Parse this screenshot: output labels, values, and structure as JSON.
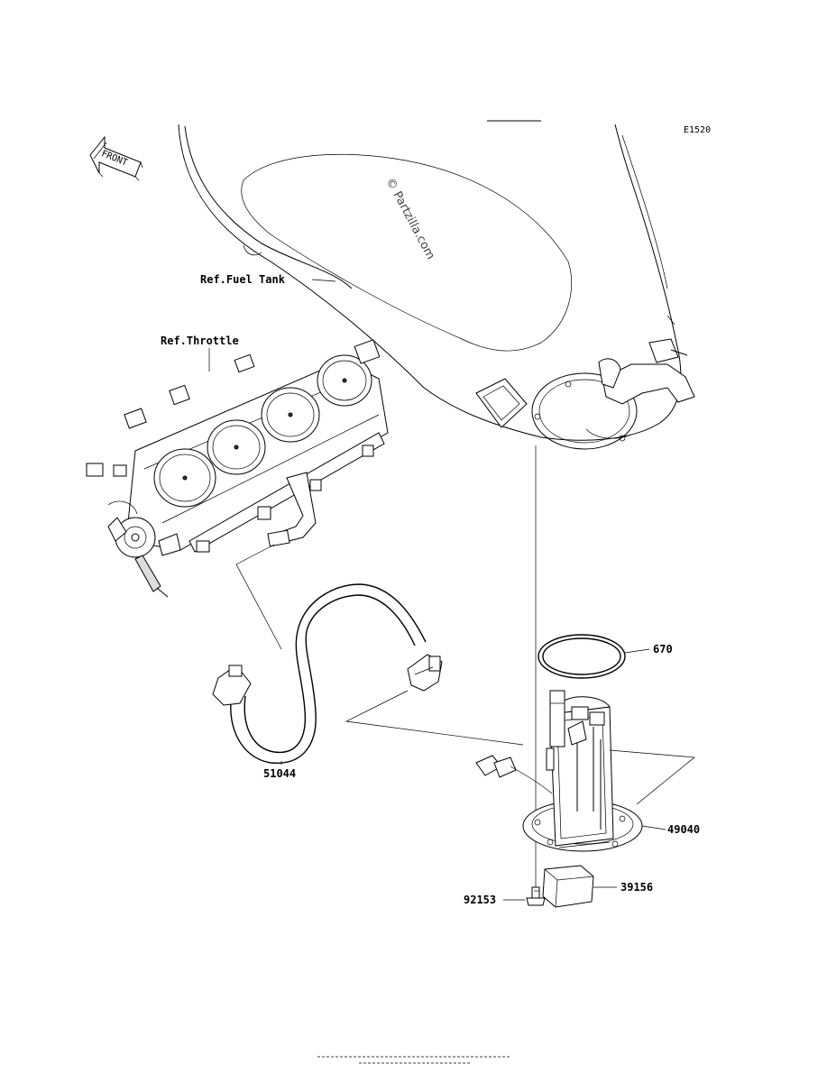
{
  "diagram": {
    "code": "E1520",
    "watermark": "© Partzilla.com",
    "front_arrow": "FRONT",
    "references": {
      "fuel_tank": "Ref.Fuel Tank",
      "throttle": "Ref.Throttle"
    },
    "parts": {
      "gasket_ring": "670",
      "fuel_pump": "49040",
      "pad": "39156",
      "bolt": "92153",
      "fuel_hose": "51044"
    }
  }
}
